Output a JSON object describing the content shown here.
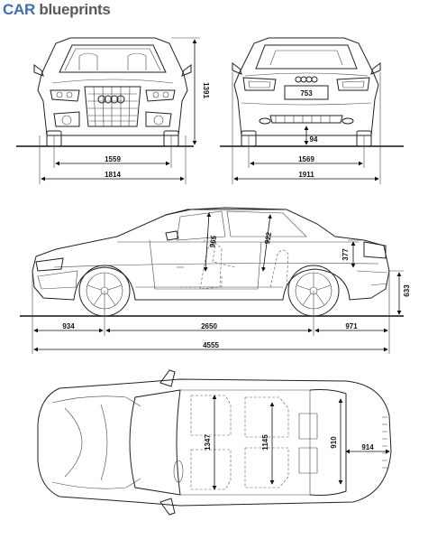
{
  "brand": {
    "car": "CAR",
    "blueprints": "blueprints"
  },
  "front_view": {
    "track": "1559",
    "width": "1814",
    "height": "1391"
  },
  "rear_view": {
    "track": "1569",
    "width_mirrors": "1911",
    "clearance": "94",
    "plate": "753"
  },
  "side_view": {
    "front_overhang": "934",
    "wheelbase": "2650",
    "rear_overhang": "971",
    "length": "4555",
    "front_headroom": "965",
    "rear_headroom": "922",
    "trunk_height": "377",
    "ground_to_bumper": "633"
  },
  "top_view": {
    "front_seat_width": "1347",
    "rear_seat_width": "1145",
    "trunk_width": "910",
    "trunk_length": "914"
  },
  "colors": {
    "brand_blue": "#3f6fb0",
    "brand_gray": "#5a5a5a",
    "line": "#222222"
  }
}
